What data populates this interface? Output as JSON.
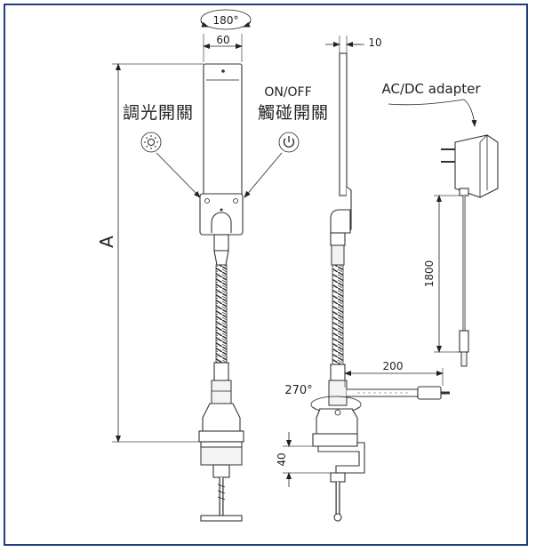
{
  "labels": {
    "rotation_top": "180°",
    "width_front": "60",
    "width_side": "10",
    "dimmer_switch": "調光開關",
    "on_off_text": "ON/OFF",
    "touch_switch": "觸碰開關",
    "height_a": "A",
    "adapter": "AC/DC adapter",
    "cable_length": "1800",
    "cable_length_200": "200",
    "rotation_base": "270°",
    "clamp_depth": "40"
  },
  "colors": {
    "frame_border": "#1f3d80",
    "line": "#333333",
    "accent_hatch": "#444444"
  },
  "icons": [
    "dimmer-icon",
    "power-icon"
  ]
}
